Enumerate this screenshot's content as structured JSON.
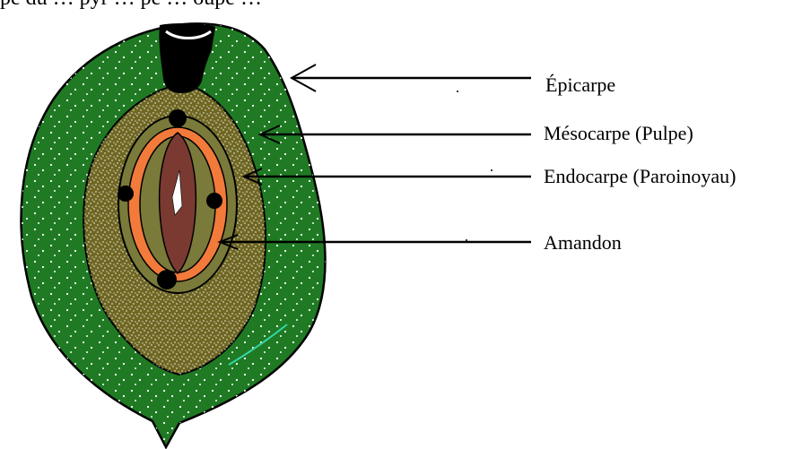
{
  "caption_partial": "pe du … pyr … pe … oupe …",
  "labels": {
    "epicarpe": "Épicarpe",
    "mesocarpe": "Mésocarpe (Pulpe)",
    "endocarpe": "Endocarpe (Paroinoyau)",
    "amandon": "Amandon"
  },
  "colors": {
    "epicarp_green": "#1f7a23",
    "mesocarp_olive": "#6f6723",
    "endocarp_khaki": "#7a7a3a",
    "seed_orange": "#f27a3a",
    "kernel_brown": "#7a3a32",
    "outline_black": "#000000",
    "highlight_cyan": "#33d6a8"
  }
}
